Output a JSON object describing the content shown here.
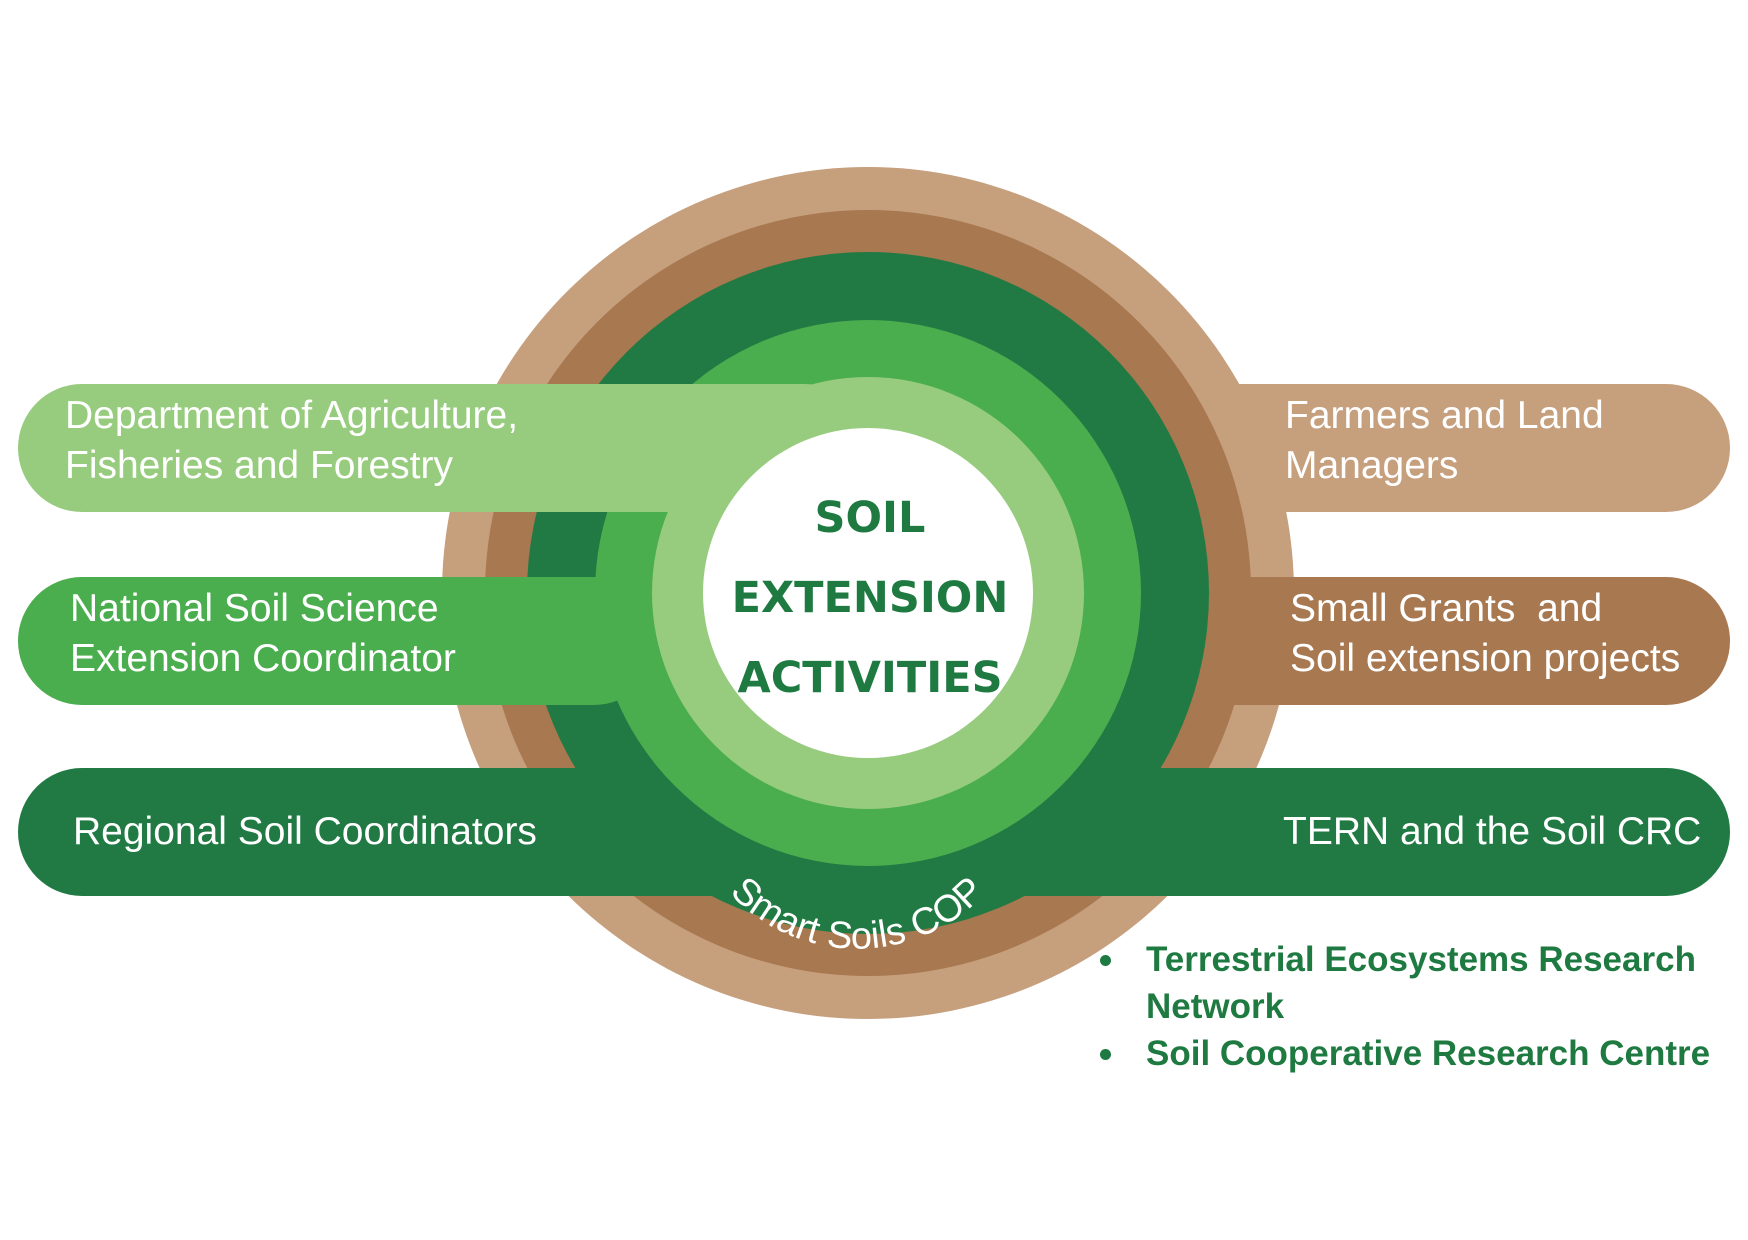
{
  "center": {
    "line1": "SOIL",
    "line2": "EXTENSION",
    "line3": "ACTIVITIES"
  },
  "ring_label": "Smart Soils COP",
  "left": {
    "top": [
      "Department of Agriculture,",
      "Fisheries and Forestry"
    ],
    "middle": [
      "National Soil Science",
      "Extension Coordinator"
    ],
    "bottom": "Regional Soil Coordinators"
  },
  "right": {
    "top": [
      "Farmers and Land",
      "Managers"
    ],
    "middle": [
      "Small Grants  and",
      "Soil extension projects"
    ],
    "bottom": "TERN and the Soil CRC"
  },
  "bullets": [
    "Terrestrial Ecosystems Research",
    "Network",
    "Soil Cooperative Research Centre"
  ],
  "colors": {
    "tan": "#c69f7d",
    "brown": "#a87850",
    "dark_green": "#217a43",
    "green": "#4aad4e",
    "light_green": "#97cc7e",
    "text_green": "#1e7a41"
  }
}
